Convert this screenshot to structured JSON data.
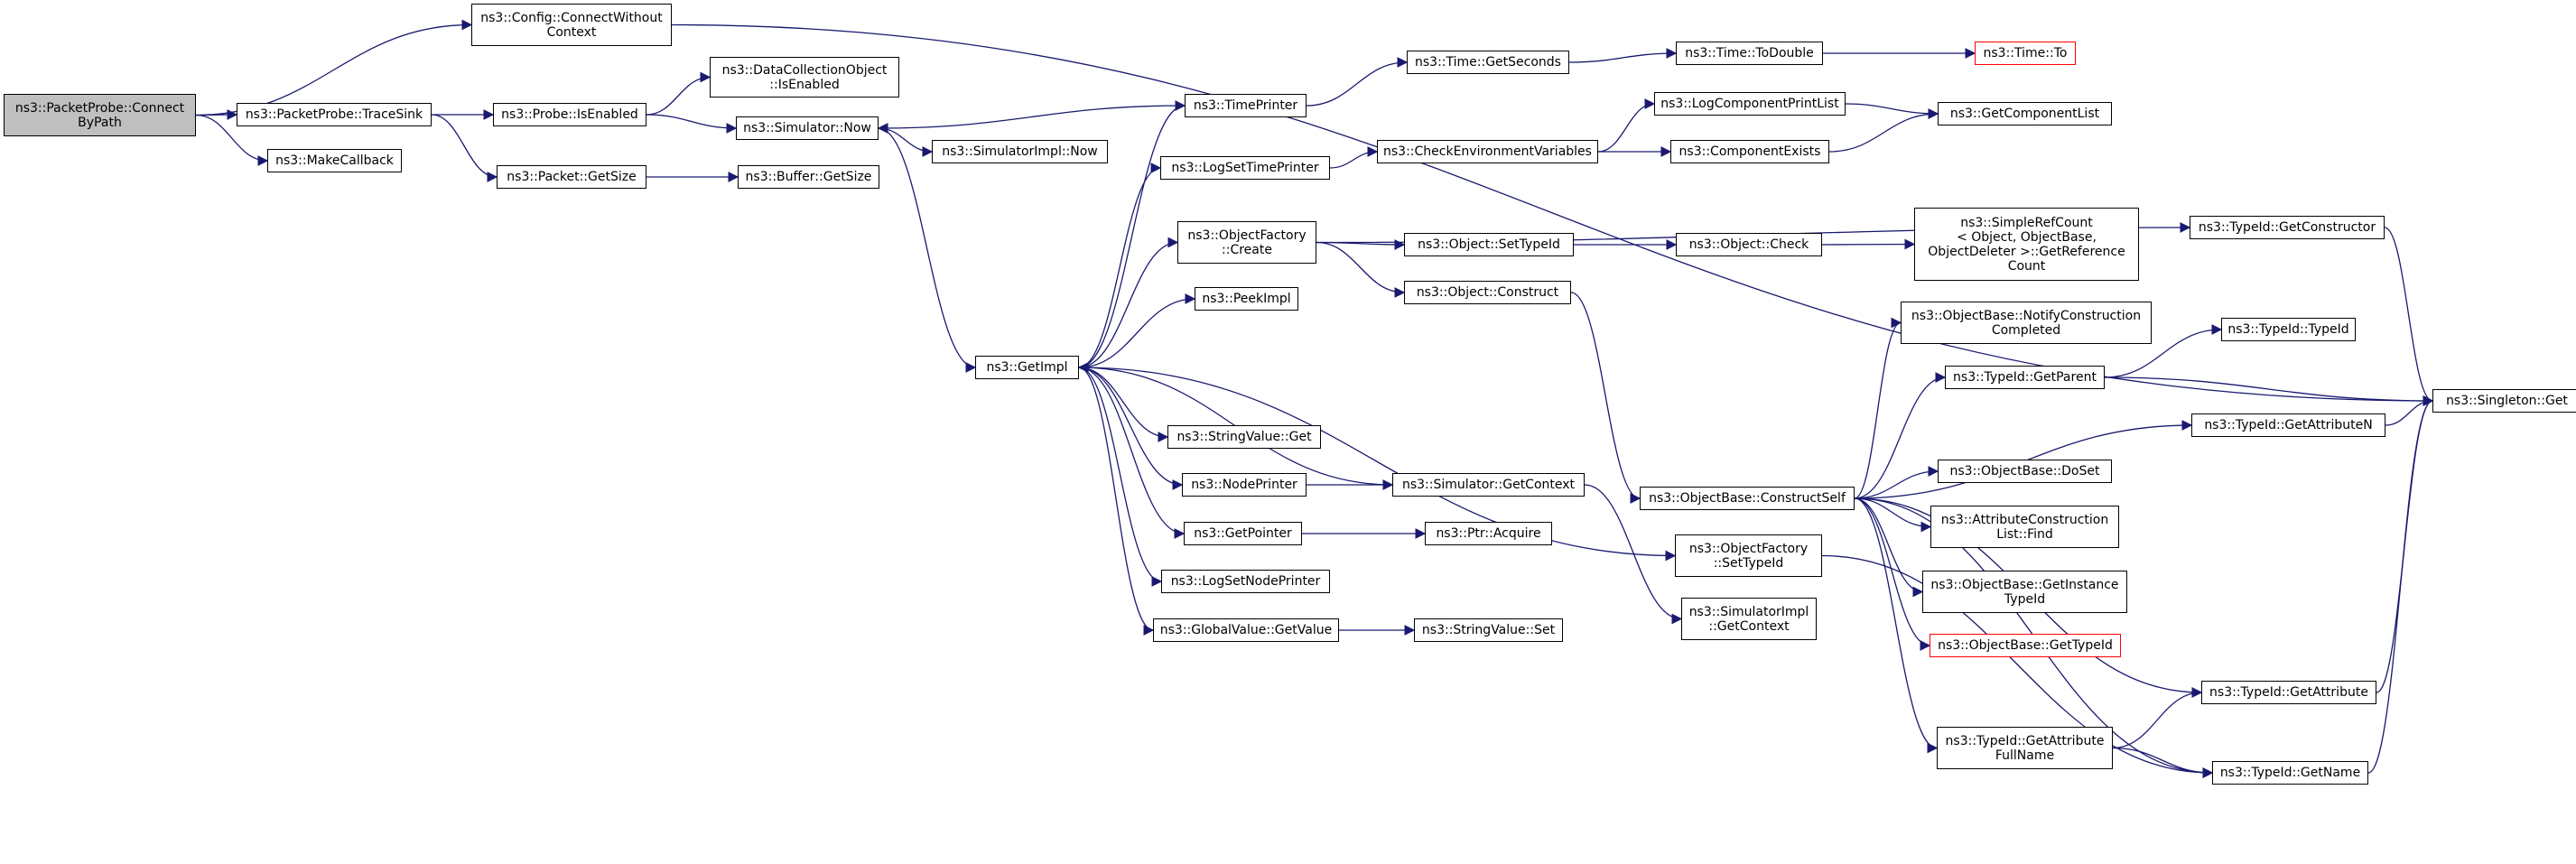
{
  "graph": {
    "edge_color": "#191970",
    "root_fill": "#bfbfbf",
    "truncated_border": "#ff0000",
    "nodes": [
      {
        "id": "root",
        "label": "ns3::PacketProbe::Connect\nByPath"
      },
      {
        "id": "config_connect",
        "label": "ns3::Config::ConnectWithout\nContext"
      },
      {
        "id": "trace_sink",
        "label": "ns3::PacketProbe::TraceSink"
      },
      {
        "id": "make_callback",
        "label": "ns3::MakeCallback"
      },
      {
        "id": "dco_isenabled",
        "label": "ns3::DataCollectionObject\n::IsEnabled"
      },
      {
        "id": "probe_isenabled",
        "label": "ns3::Probe::IsEnabled"
      },
      {
        "id": "packet_getsize",
        "label": "ns3::Packet::GetSize"
      },
      {
        "id": "sim_now",
        "label": "ns3::Simulator::Now"
      },
      {
        "id": "simimpl_now",
        "label": "ns3::SimulatorImpl::Now"
      },
      {
        "id": "buffer_getsize",
        "label": "ns3::Buffer::GetSize"
      },
      {
        "id": "getimpl",
        "label": "ns3::GetImpl"
      },
      {
        "id": "timeprinter",
        "label": "ns3::TimePrinter"
      },
      {
        "id": "logsettimeprinter",
        "label": "ns3::LogSetTimePrinter"
      },
      {
        "id": "of_create",
        "label": "ns3::ObjectFactory\n::Create"
      },
      {
        "id": "peekimpl",
        "label": "ns3::PeekImpl"
      },
      {
        "id": "stringvalue_get",
        "label": "ns3::StringValue::Get"
      },
      {
        "id": "nodeprinter",
        "label": "ns3::NodePrinter"
      },
      {
        "id": "getpointer",
        "label": "ns3::GetPointer"
      },
      {
        "id": "logsetnodeprinter",
        "label": "ns3::LogSetNodePrinter"
      },
      {
        "id": "globalvalue_getvalue",
        "label": "ns3::GlobalValue::GetValue"
      },
      {
        "id": "time_getseconds",
        "label": "ns3::Time::GetSeconds"
      },
      {
        "id": "checkenv",
        "label": "ns3::CheckEnvironmentVariables"
      },
      {
        "id": "object_settypeid",
        "label": "ns3::Object::SetTypeId"
      },
      {
        "id": "object_construct",
        "label": "ns3::Object::Construct"
      },
      {
        "id": "sim_getcontext",
        "label": "ns3::Simulator::GetContext"
      },
      {
        "id": "ptr_acquire",
        "label": "ns3::Ptr::Acquire"
      },
      {
        "id": "stringvalue_set",
        "label": "ns3::StringValue::Set"
      },
      {
        "id": "time_todouble",
        "label": "ns3::Time::ToDouble"
      },
      {
        "id": "logcompprintlist",
        "label": "ns3::LogComponentPrintList"
      },
      {
        "id": "compexists",
        "label": "ns3::ComponentExists"
      },
      {
        "id": "object_check",
        "label": "ns3::Object::Check"
      },
      {
        "id": "ob_constructself",
        "label": "ns3::ObjectBase::ConstructSelf"
      },
      {
        "id": "of_settypeid",
        "label": "ns3::ObjectFactory\n::SetTypeId"
      },
      {
        "id": "simimpl_getcontext",
        "label": "ns3::SimulatorImpl\n::GetContext"
      },
      {
        "id": "time_to",
        "label": "ns3::Time::To",
        "truncated": true
      },
      {
        "id": "getcomplist",
        "label": "ns3::GetComponentList"
      },
      {
        "id": "simplerefcount",
        "label": "ns3::SimpleRefCount\n< Object, ObjectBase,\n ObjectDeleter >::GetReference\nCount"
      },
      {
        "id": "ob_notify",
        "label": "ns3::ObjectBase::NotifyConstruction\nCompleted"
      },
      {
        "id": "typeid_getparent",
        "label": "ns3::TypeId::GetParent"
      },
      {
        "id": "ob_doset",
        "label": "ns3::ObjectBase::DoSet"
      },
      {
        "id": "acl_find",
        "label": "ns3::AttributeConstruction\nList::Find"
      },
      {
        "id": "ob_getinstancetypeid",
        "label": "ns3::ObjectBase::GetInstance\nTypeId"
      },
      {
        "id": "ob_gettypeid",
        "label": "ns3::ObjectBase::GetTypeId",
        "truncated": true
      },
      {
        "id": "typeid_getattrfullname",
        "label": "ns3::TypeId::GetAttribute\nFullName"
      },
      {
        "id": "typeid_getconstructor",
        "label": "ns3::TypeId::GetConstructor"
      },
      {
        "id": "typeid_typeid",
        "label": "ns3::TypeId::TypeId"
      },
      {
        "id": "typeid_getattributen",
        "label": "ns3::TypeId::GetAttributeN"
      },
      {
        "id": "typeid_getattribute",
        "label": "ns3::TypeId::GetAttribute"
      },
      {
        "id": "typeid_getname",
        "label": "ns3::TypeId::GetName"
      },
      {
        "id": "singleton_get",
        "label": "ns3::Singleton::Get"
      }
    ],
    "edges": [
      [
        "root",
        "config_connect"
      ],
      [
        "root",
        "trace_sink"
      ],
      [
        "root",
        "make_callback"
      ],
      [
        "config_connect",
        "singleton_get"
      ],
      [
        "trace_sink",
        "probe_isenabled"
      ],
      [
        "trace_sink",
        "packet_getsize"
      ],
      [
        "probe_isenabled",
        "dco_isenabled"
      ],
      [
        "probe_isenabled",
        "sim_now"
      ],
      [
        "packet_getsize",
        "buffer_getsize"
      ],
      [
        "sim_now",
        "simimpl_now"
      ],
      [
        "sim_now",
        "getimpl"
      ],
      [
        "timeprinter",
        "sim_now"
      ],
      [
        "timeprinter",
        "time_getseconds"
      ],
      [
        "getimpl",
        "timeprinter"
      ],
      [
        "getimpl",
        "logsettimeprinter"
      ],
      [
        "getimpl",
        "of_create"
      ],
      [
        "getimpl",
        "peekimpl"
      ],
      [
        "getimpl",
        "stringvalue_get"
      ],
      [
        "getimpl",
        "nodeprinter"
      ],
      [
        "getimpl",
        "getpointer"
      ],
      [
        "getimpl",
        "logsetnodeprinter"
      ],
      [
        "getimpl",
        "globalvalue_getvalue"
      ],
      [
        "getimpl",
        "of_settypeid"
      ],
      [
        "time_getseconds",
        "time_todouble"
      ],
      [
        "time_todouble",
        "time_to"
      ],
      [
        "logsettimeprinter",
        "checkenv"
      ],
      [
        "checkenv",
        "logcompprintlist"
      ],
      [
        "checkenv",
        "compexists"
      ],
      [
        "logcompprintlist",
        "getcomplist"
      ],
      [
        "compexists",
        "getcomplist"
      ],
      [
        "of_create",
        "object_settypeid"
      ],
      [
        "of_create",
        "object_construct"
      ],
      [
        "of_create",
        "typeid_getconstructor"
      ],
      [
        "object_settypeid",
        "object_check"
      ],
      [
        "object_check",
        "simplerefcount"
      ],
      [
        "object_construct",
        "ob_constructself"
      ],
      [
        "nodeprinter",
        "sim_getcontext"
      ],
      [
        "sim_getcontext",
        "getimpl"
      ],
      [
        "sim_getcontext",
        "simimpl_getcontext"
      ],
      [
        "getpointer",
        "ptr_acquire"
      ],
      [
        "globalvalue_getvalue",
        "stringvalue_set"
      ],
      [
        "ob_constructself",
        "ob_notify"
      ],
      [
        "ob_constructself",
        "typeid_getparent"
      ],
      [
        "ob_constructself",
        "typeid_getattributen"
      ],
      [
        "ob_constructself",
        "ob_doset"
      ],
      [
        "ob_constructself",
        "acl_find"
      ],
      [
        "ob_constructself",
        "ob_getinstancetypeid"
      ],
      [
        "ob_constructself",
        "ob_gettypeid"
      ],
      [
        "ob_constructself",
        "typeid_getattribute"
      ],
      [
        "ob_constructself",
        "typeid_getattrfullname"
      ],
      [
        "ob_constructself",
        "typeid_getname"
      ],
      [
        "typeid_getparent",
        "typeid_typeid"
      ],
      [
        "typeid_getparent",
        "singleton_get"
      ],
      [
        "typeid_getattributen",
        "singleton_get"
      ],
      [
        "typeid_getattribute",
        "singleton_get"
      ],
      [
        "typeid_getattrfullname",
        "typeid_getattribute"
      ],
      [
        "typeid_getattrfullname",
        "typeid_getname"
      ],
      [
        "typeid_getname",
        "singleton_get"
      ],
      [
        "typeid_getconstructor",
        "singleton_get"
      ],
      [
        "of_settypeid",
        "typeid_getname"
      ]
    ]
  }
}
